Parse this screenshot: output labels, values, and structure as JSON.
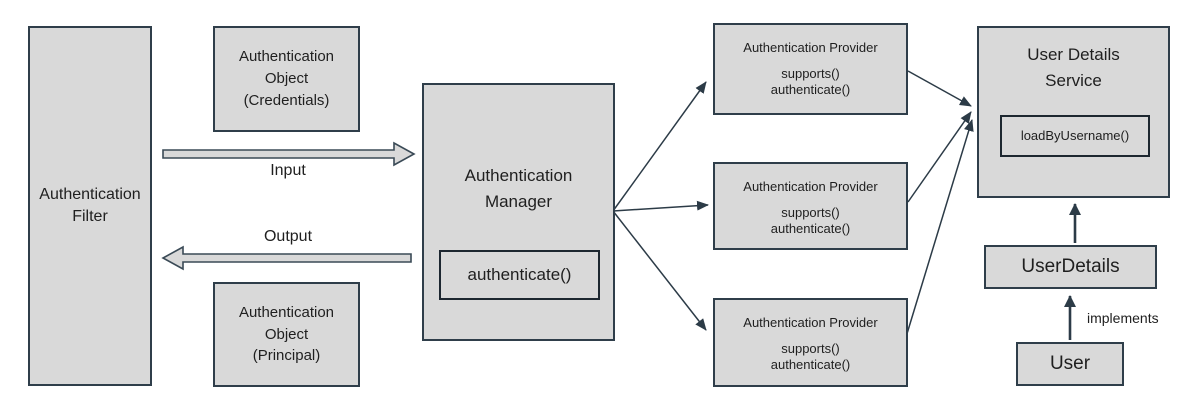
{
  "colors": {
    "box_fill": "#d9d9d9",
    "box_border": "#2f3e4a",
    "inner_box_border": "#1d2730",
    "connector": "#2c3b47",
    "text": "#1f1f1f",
    "background": "#ffffff"
  },
  "nodes": {
    "auth_filter": {
      "lines": [
        "Authentication",
        "Filter"
      ]
    },
    "auth_object_credentials": {
      "lines": [
        "Authentication",
        "Object",
        "(Credentials)"
      ]
    },
    "auth_object_principal": {
      "lines": [
        "Authentication",
        "Object",
        "(Principal)"
      ]
    },
    "auth_manager": {
      "lines": [
        "Authentication",
        "Manager"
      ],
      "method": "authenticate()"
    },
    "providers": [
      {
        "title": "Authentication Provider",
        "methods": [
          "supports()",
          "authenticate()"
        ]
      },
      {
        "title": "Authentication Provider",
        "methods": [
          "supports()",
          "authenticate()"
        ]
      },
      {
        "title": "Authentication Provider",
        "methods": [
          "supports()",
          "authenticate()"
        ]
      }
    ],
    "user_details_service": {
      "lines": [
        "User Details",
        "Service"
      ],
      "method": "loadByUsername()"
    },
    "user_details": {
      "label": "UserDetails"
    },
    "user": {
      "label": "User"
    }
  },
  "edges": {
    "input_label": "Input",
    "output_label": "Output",
    "implements_label": "implements"
  }
}
